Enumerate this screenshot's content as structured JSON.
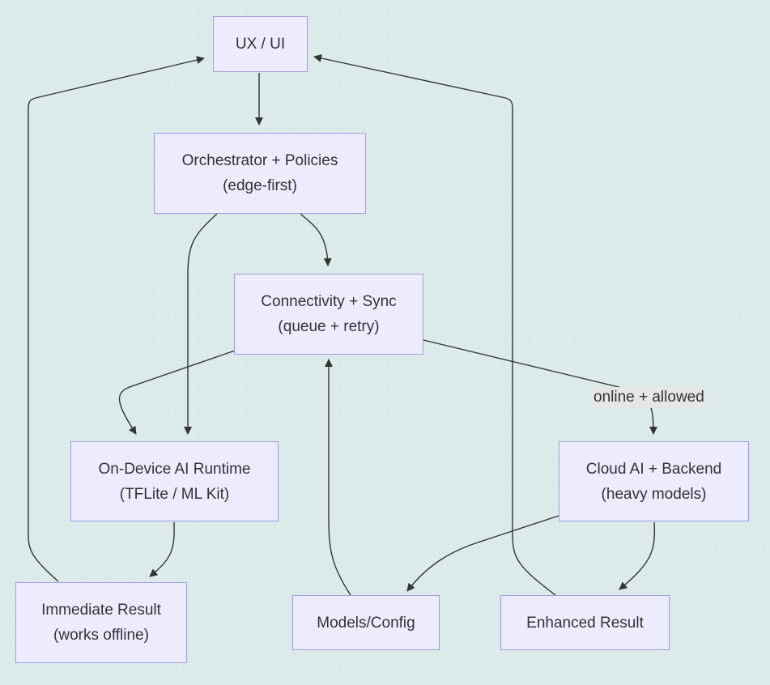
{
  "nodes": {
    "ux_ui": {
      "line1": "UX / UI"
    },
    "orchestrator": {
      "line1": "Orchestrator + Policies",
      "line2": "(edge-first)"
    },
    "connectivity": {
      "line1": "Connectivity + Sync",
      "line2": "(queue + retry)"
    },
    "on_device": {
      "line1": "On-Device AI Runtime",
      "line2": "(TFLite / ML Kit)"
    },
    "cloud": {
      "line1": "Cloud AI + Backend",
      "line2": "(heavy models)"
    },
    "immediate": {
      "line1": "Immediate Result",
      "line2": "(works offline)"
    },
    "models": {
      "line1": "Models/Config"
    },
    "enhanced": {
      "line1": "Enhanced Result"
    }
  },
  "edge_labels": {
    "online_allowed": "online + allowed"
  },
  "colors": {
    "node_fill": "#ececfe",
    "node_border": "#9d9de0",
    "edge": "#333333",
    "grid": "#d6ebe7",
    "label_bg": "#e6e6e6"
  }
}
